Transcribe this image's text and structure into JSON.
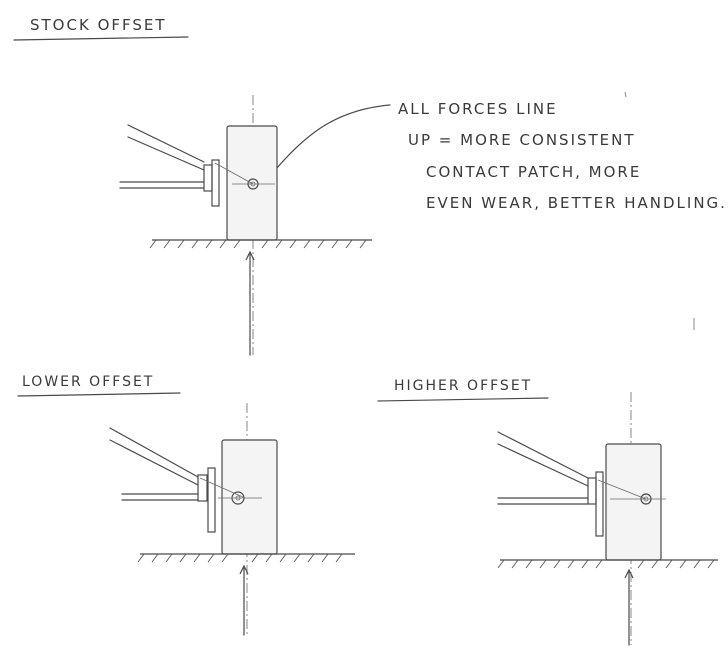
{
  "labels": {
    "stock": "STOCK OFFSET",
    "lower": "LOWER OFFSET",
    "higher": "HIGHER OFFSET"
  },
  "note": {
    "line1": "ALL FORCES LINE",
    "line2": "UP = MORE CONSISTENT",
    "line3": "CONTACT PATCH, MORE",
    "line4": "EVEN WEAR, BETTER HANDLING."
  }
}
